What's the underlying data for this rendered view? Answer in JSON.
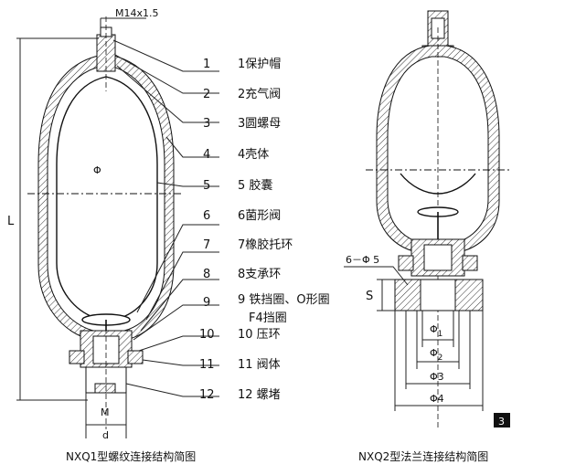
{
  "figure_tag": "3",
  "left_diagram": {
    "caption": "NXQ1型螺纹连接结构简图",
    "top_thread_label": "M14x1.5",
    "length_label": "L",
    "diameter_symbol": "Φ",
    "bottom_label_M": "M",
    "bottom_label_d": "d"
  },
  "right_diagram": {
    "caption": "NXQ2型法兰连接结构简图",
    "bolt_label": "6－Φ 5",
    "s_label": "S",
    "phi1": "Φ",
    "phi1_sub": "1",
    "phi2": "Φ",
    "phi2_sub": "2",
    "phi3": "Φ3",
    "phi4": "Φ4"
  },
  "parts": [
    {
      "num": "1",
      "label": "1保护帽"
    },
    {
      "num": "2",
      "label": "2充气阀"
    },
    {
      "num": "3",
      "label": "3圆螺母"
    },
    {
      "num": "4",
      "label": "4壳体"
    },
    {
      "num": "5",
      "label": "5 胶囊"
    },
    {
      "num": "6",
      "label": "6菌形阀"
    },
    {
      "num": "7",
      "label": "7橡胶托环"
    },
    {
      "num": "8",
      "label": "8支承环"
    },
    {
      "num": "9",
      "label": "9 铁挡圈、O形圈"
    },
    {
      "num": "",
      "label": "F4挡圈"
    },
    {
      "num": "10",
      "label": "10 压环"
    },
    {
      "num": "11",
      "label": "11 阀体"
    },
    {
      "num": "12",
      "label": "12 螺堵"
    }
  ]
}
